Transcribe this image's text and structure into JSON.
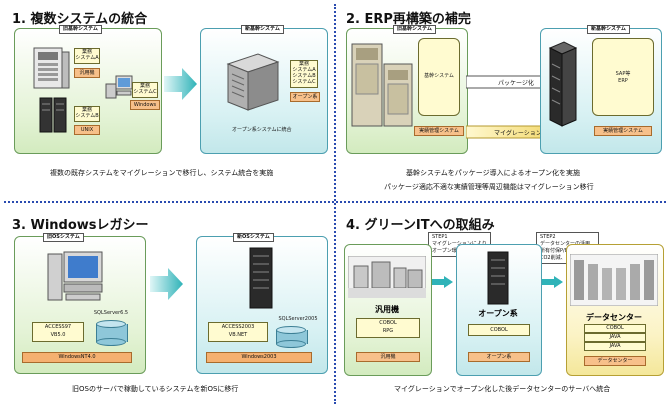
{
  "q1": {
    "title": "1. 複数システムの統合",
    "old_header": "旧基幹システム",
    "new_header": "新基幹システム",
    "sysA_lines": [
      "業務",
      "システムA"
    ],
    "mainframe_label": "汎用機",
    "sysB_lines": [
      "業務",
      "システムB"
    ],
    "unix_label": "UNIX",
    "sysC_lines": [
      "業務",
      "システムC"
    ],
    "windows_label": "Windows",
    "new_sys_lines": [
      "業務",
      "システムA",
      "システムB",
      "システムC"
    ],
    "open_label": "オープン系",
    "integrate_caption": "オープン系システムに統合",
    "caption": "複数の既存システムをマイグレーションで移行し、システム統合を実施"
  },
  "q2": {
    "title": "2. ERP再構築の補完",
    "old_header": "旧基幹システム",
    "new_header": "新基幹システム",
    "core_label": "基幹システム",
    "perf_label": "実績管理システム",
    "sap_lines": [
      "SAP等",
      "ERP"
    ],
    "new_perf_label": "実績管理システム",
    "package_arrow": "パッケージ化",
    "migration_arrow": "マイグレーション",
    "caption_line1": "基幹システムをパッケージ導入によるオープン化を実施",
    "caption_line2": "パッケージ適応不適な実績管理等周辺機能はマイグレーション移行"
  },
  "q3": {
    "title": "3. Windowsレガシー",
    "old_header": "旧OSシステム",
    "new_header": "新OSシステム",
    "old_sql": "SQLServer6.5",
    "old_apps": [
      "ACCESS97",
      "VB5.0"
    ],
    "old_os": "WindowsNT4.0",
    "new_sql": "SQLServer2005",
    "new_apps": [
      "ACCESS2003",
      "VB.NET"
    ],
    "new_os": "Windows2003",
    "caption": "旧OSのサーバで稼動しているシステムを新OSに移行"
  },
  "q4": {
    "title": "4. グリーンITへの取組み",
    "step1_lines": [
      "STEP1",
      "マイグレーションにより",
      "オープン環境に移行"
    ],
    "step2_lines": [
      "STEP2",
      "データセンターの活用",
      "所有付保P/BCPの実行",
      "CO2削減、グリーンIT化"
    ],
    "mainframe_title": "汎用機",
    "mf_apps": [
      "COBOL",
      "RPG"
    ],
    "mf_base": "汎用機",
    "open_title": "オープン系",
    "open_app": "COBOL",
    "open_base": "オープン系",
    "dc_title": "データセンター",
    "dc_apps": [
      "COBOL",
      "JAVA",
      "JAVA"
    ],
    "dc_base": "データセンター",
    "caption": "マイグレーションでオープン化した後データセンターのサーバへ統合"
  },
  "colors": {
    "green_panel": "#e4f3d6",
    "teal_panel": "#d7f1f3",
    "yellow_panel": "#fbf3c4",
    "orange_box": "#f7c08a",
    "arrow_teal": "#2fb3b8",
    "divider": "#2a4bb0"
  }
}
